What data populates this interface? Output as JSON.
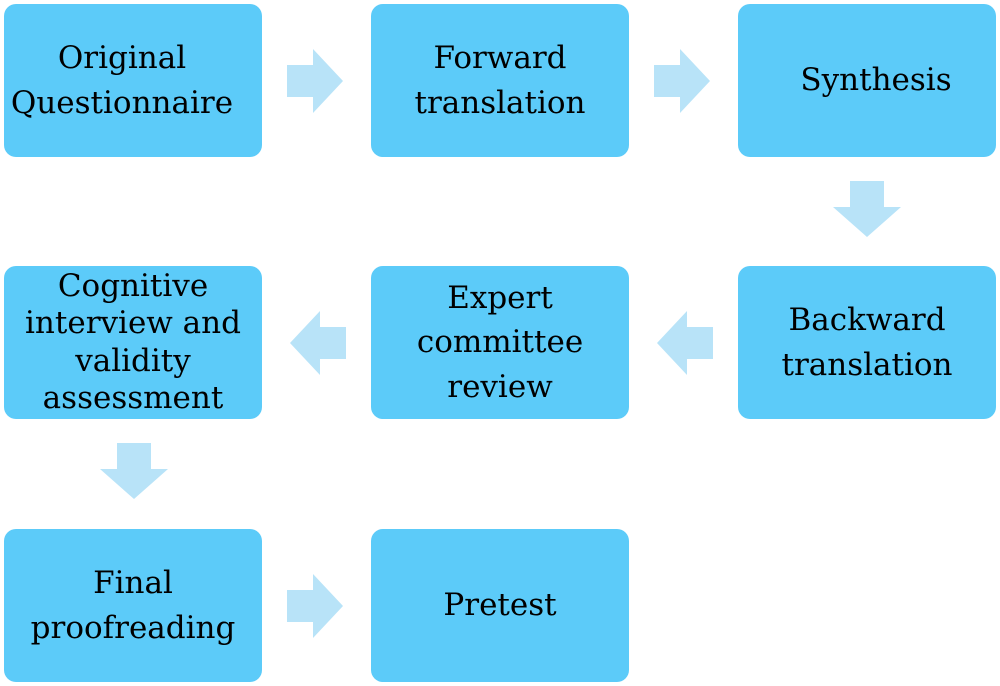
{
  "steps": {
    "original_questionnaire": "Original\nQuestionnaire",
    "forward_translation": "Forward\ntranslation",
    "synthesis": "Synthesis",
    "backward_translation": "Backward\ntranslation",
    "expert_committee_review": "Expert\ncommittee\nreview",
    "cognitive_interview": "Cognitive\ninterview and\nvalidity\nassessment",
    "final_proofreading": "Final\nproofreading",
    "pretest": "Pretest"
  },
  "colors": {
    "box_fill": "#5ccbf9",
    "arrow_fill": "#b8e3f8",
    "text": "#000000"
  }
}
